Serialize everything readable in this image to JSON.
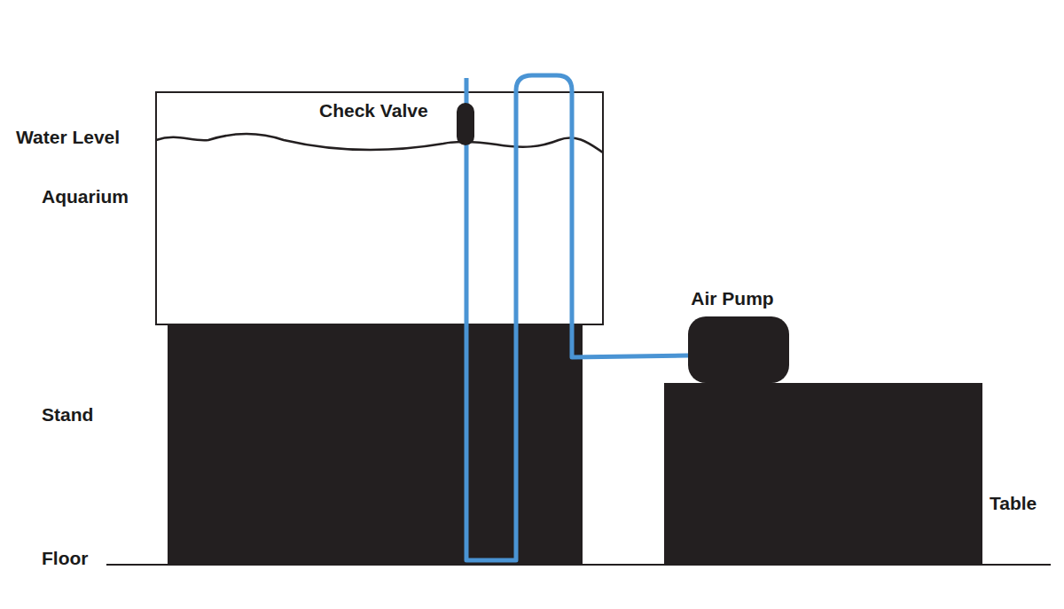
{
  "diagram": {
    "labels": [
      "Check Valve",
      "Water Level",
      "Aquarium",
      "Air Pump",
      "Stand",
      "Table",
      "Floor"
    ]
  }
}
